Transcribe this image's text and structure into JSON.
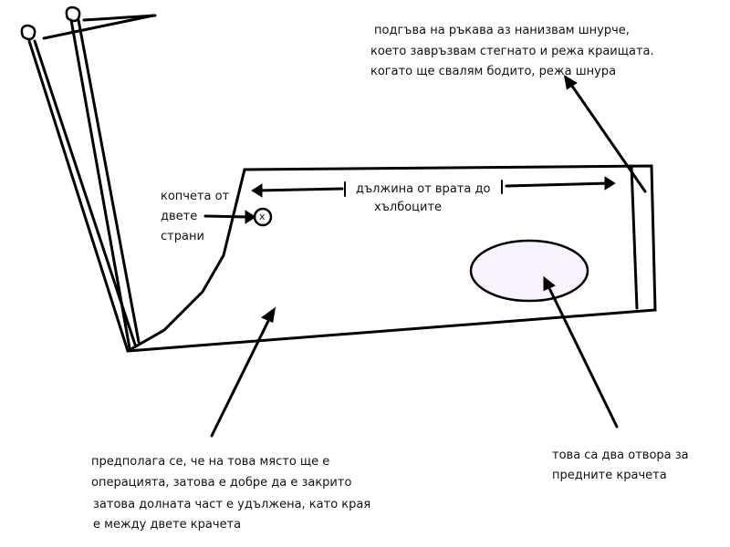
{
  "notes": {
    "top_right": [
      "подгъва на ръкава аз нанизвам шнурче,",
      "което завръзвам стегнато и режа краищата.",
      "когато ще свалям бодито, режа шнура"
    ],
    "buttons_label": [
      "копчета от",
      "двете",
      "страни"
    ],
    "button_mark": "x",
    "length_label": [
      "дължина от врата до",
      "хълбоците"
    ],
    "bottom_left": [
      "предполага се, че на това място ще е",
      "операцията, затова е добре да е закрито",
      "затова долната част е удължена, като края",
      "е между двете крачета"
    ],
    "bottom_right": [
      "това са два отвора за",
      "предните крачета"
    ]
  },
  "colors": {
    "stroke": "#000000",
    "leg_hole_fill": "#f7f2fb"
  }
}
